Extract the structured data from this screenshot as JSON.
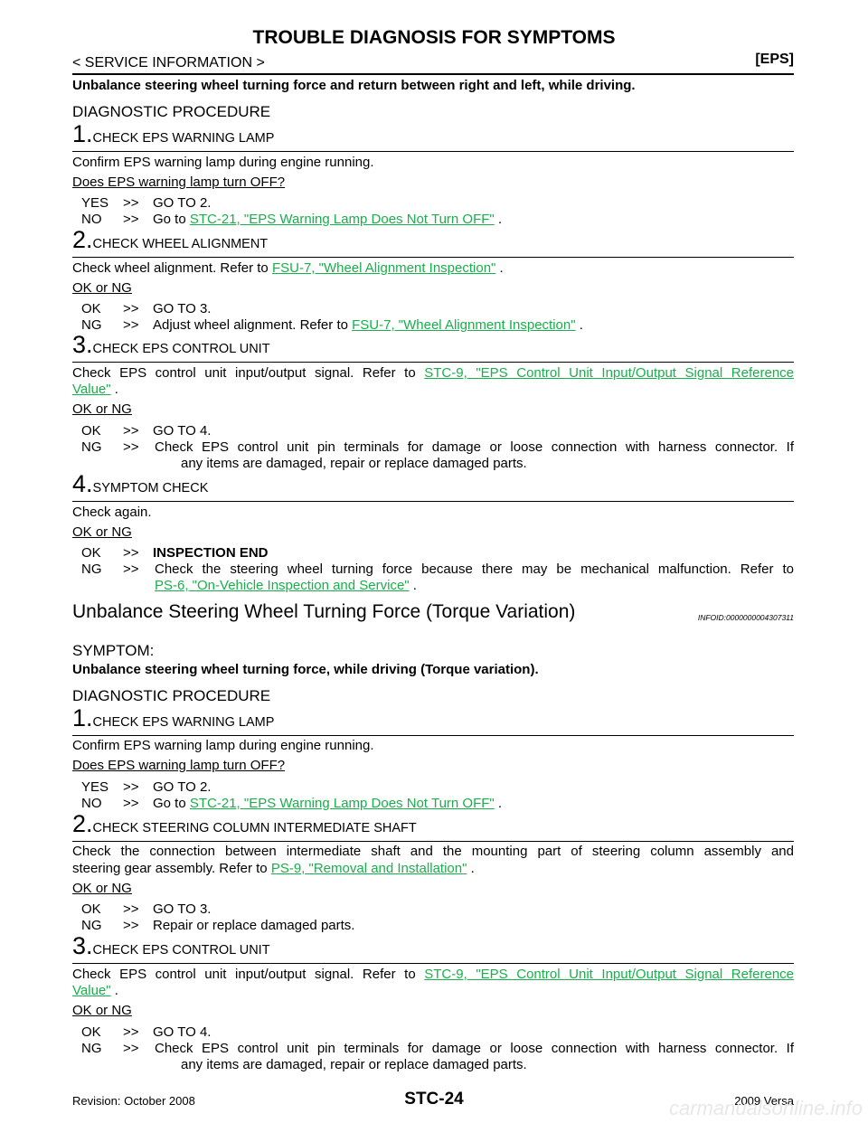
{
  "header": {
    "title": "TROUBLE DIAGNOSIS FOR SYMPTOMS",
    "section": "< SERVICE INFORMATION >",
    "tag": "[EPS]"
  },
  "part1": {
    "symptom_text": "Unbalance steering wheel turning force and return between right and left, while driving.",
    "procedure_title": "DIAGNOSTIC PROCEDURE",
    "step1": {
      "num": "1.",
      "title": "CHECK EPS WARNING LAMP",
      "instruction": "Confirm EPS warning lamp during engine running.",
      "question": "Does EPS warning lamp turn OFF?",
      "yes_key": "YES",
      "yes_arrow": ">>",
      "yes_text": "GO TO 2.",
      "no_key": "NO",
      "no_arrow": ">>",
      "no_pre": "Go to ",
      "no_link": "STC-21, \"EPS Warning Lamp Does Not Turn OFF\"",
      "no_post": " ."
    },
    "step2": {
      "num": "2.",
      "title": "CHECK WHEEL ALIGNMENT",
      "instruction_pre": "Check wheel alignment. Refer to ",
      "instruction_link": "FSU-7, \"Wheel Alignment Inspection\"",
      "instruction_post": " .",
      "question": "OK or NG",
      "ok_key": "OK",
      "ok_arrow": ">>",
      "ok_text": "GO TO 3.",
      "ng_key": "NG",
      "ng_arrow": ">>",
      "ng_pre": "Adjust wheel alignment. Refer to ",
      "ng_link": "FSU-7, \"Wheel Alignment Inspection\"",
      "ng_post": " ."
    },
    "step3": {
      "num": "3.",
      "title": "CHECK EPS CONTROL UNIT",
      "instruction_pre": "Check EPS control unit input/output signal. Refer to ",
      "instruction_link_a": "STC-9, \"EPS Control Unit Input/Output Signal Reference",
      "instruction_link_b": "Value\"",
      "instruction_post": " .",
      "question": "OK or NG",
      "ok_key": "OK",
      "ok_arrow": ">>",
      "ok_text": "GO TO 4.",
      "ng_key": "NG",
      "ng_arrow": ">>",
      "ng_text_a": "Check EPS control unit pin terminals for damage or loose connection with harness connector. If",
      "ng_text_b": "any items are damaged, repair or replace damaged parts."
    },
    "step4": {
      "num": "4.",
      "title": "SYMPTOM CHECK",
      "instruction": "Check again.",
      "question": "OK or NG",
      "ok_key": "OK",
      "ok_arrow": ">>",
      "ok_text": "INSPECTION END",
      "ng_key": "NG",
      "ng_arrow": ">>",
      "ng_text_a": "Check the steering wheel turning force because there may be mechanical malfunction. Refer to",
      "ng_link": "PS-6, \"On-Vehicle Inspection and Service\"",
      "ng_post": " ."
    }
  },
  "part2": {
    "heading": "Unbalance Steering Wheel Turning Force (Torque Variation)",
    "infoid": "INFOID:0000000004307311",
    "symptom_label": "SYMPTOM:",
    "symptom_text": "Unbalance steering wheel turning force, while driving (Torque variation).",
    "procedure_title": "DIAGNOSTIC PROCEDURE",
    "step1": {
      "num": "1.",
      "title": "CHECK EPS WARNING LAMP",
      "instruction": "Confirm EPS warning lamp during engine running.",
      "question": "Does EPS warning lamp turn OFF?",
      "yes_key": "YES",
      "yes_arrow": ">>",
      "yes_text": "GO TO 2.",
      "no_key": "NO",
      "no_arrow": ">>",
      "no_pre": "Go to ",
      "no_link": "STC-21, \"EPS Warning Lamp Does Not Turn OFF\"",
      "no_post": " ."
    },
    "step2": {
      "num": "2.",
      "title": "CHECK STEERING COLUMN INTERMEDIATE SHAFT",
      "instruction_a": "Check the connection between intermediate shaft and the mounting part of steering column assembly and",
      "instruction_b_pre": "steering gear assembly. Refer to ",
      "instruction_link": "PS-9, \"Removal and Installation\"",
      "instruction_post": " .",
      "question": "OK or NG",
      "ok_key": "OK",
      "ok_arrow": ">>",
      "ok_text": "GO TO 3.",
      "ng_key": "NG",
      "ng_arrow": ">>",
      "ng_text": "Repair or replace damaged parts."
    },
    "step3": {
      "num": "3.",
      "title": "CHECK EPS CONTROL UNIT",
      "instruction_pre": "Check EPS control unit input/output signal. Refer to ",
      "instruction_link_a": "STC-9, \"EPS Control Unit Input/Output Signal Reference",
      "instruction_link_b": "Value\"",
      "instruction_post": " .",
      "question": "OK or NG",
      "ok_key": "OK",
      "ok_arrow": ">>",
      "ok_text": "GO TO 4.",
      "ng_key": "NG",
      "ng_arrow": ">>",
      "ng_text_a": "Check EPS control unit pin terminals for damage or loose connection with harness connector. If",
      "ng_text_b": "any items are damaged, repair or replace damaged parts."
    }
  },
  "footer": {
    "revision": "Revision: October 2008",
    "page": "STC-24",
    "model": "2009 Versa",
    "watermark": "carmanualsonline.info"
  },
  "colors": {
    "link": "#17b04b",
    "text": "#000000"
  }
}
